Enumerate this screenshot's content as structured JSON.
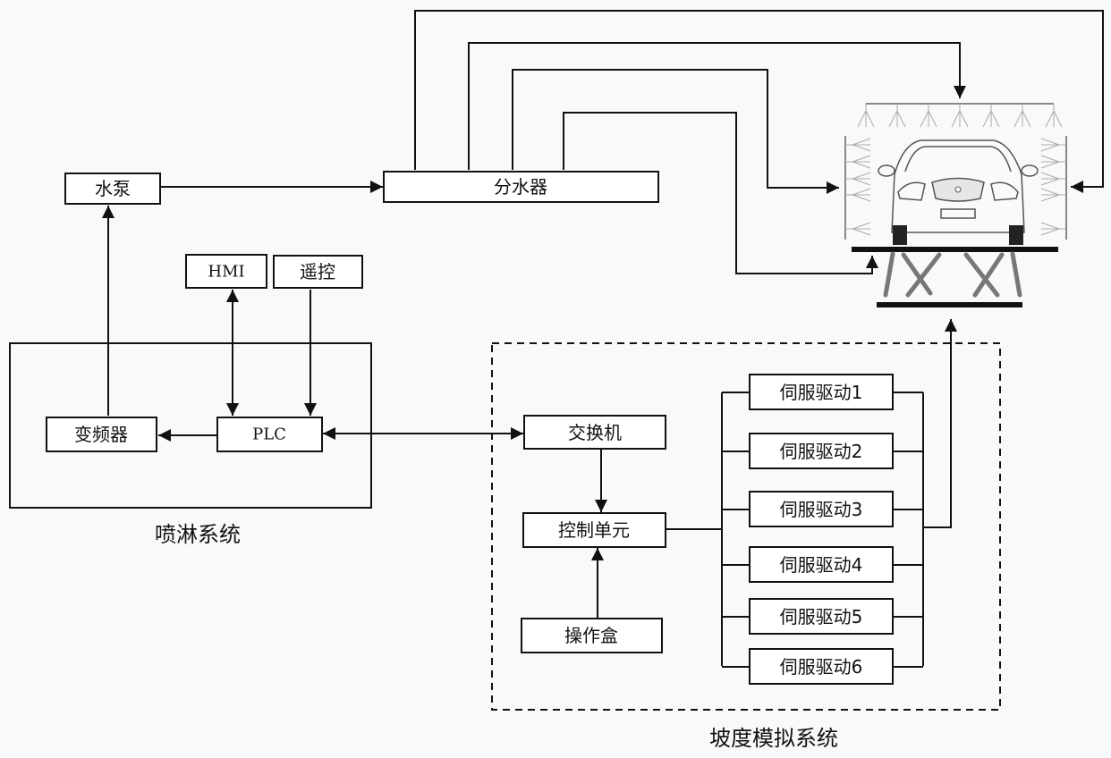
{
  "diagram": {
    "nodes": {
      "pump": "水泵",
      "distributor": "分水器",
      "hmi": "HMI",
      "remote": "遥控",
      "inverter": "变频器",
      "plc": "PLC",
      "switch": "交换机",
      "control_unit": "控制单元",
      "operation_box": "操作盒",
      "servo_drives": [
        "伺服驱动1",
        "伺服驱动2",
        "伺服驱动3",
        "伺服驱动4",
        "伺服驱动5",
        "伺服驱动6"
      ]
    },
    "groups": {
      "spray_system": "喷淋系统",
      "slope_simulation_system": "坡度模拟系统"
    },
    "illustration": "car-on-motion-platform-with-spray-nozzles",
    "edges": [
      {
        "from": "inverter",
        "to": "pump",
        "arrow": "forward"
      },
      {
        "from": "pump",
        "to": "distributor",
        "arrow": "forward"
      },
      {
        "from": "hmi",
        "to": "plc",
        "arrow": "both"
      },
      {
        "from": "remote",
        "to": "plc",
        "arrow": "forward"
      },
      {
        "from": "plc",
        "to": "inverter",
        "arrow": "forward"
      },
      {
        "from": "plc",
        "to": "switch",
        "arrow": "both"
      },
      {
        "from": "switch",
        "to": "control_unit",
        "arrow": "forward"
      },
      {
        "from": "operation_box",
        "to": "control_unit",
        "arrow": "forward"
      },
      {
        "from": "control_unit",
        "to": "servo_drives",
        "arrow": "none"
      },
      {
        "from": "servo_drives",
        "to": "motion_platform",
        "arrow": "forward"
      },
      {
        "from": "distributor",
        "to": "top_spray_bar",
        "arrow": "forward"
      },
      {
        "from": "distributor",
        "to": "right_spray_bar",
        "arrow": "forward"
      },
      {
        "from": "distributor",
        "to": "left_spray_bar",
        "arrow": "forward"
      },
      {
        "from": "distributor",
        "to": "platform_base",
        "arrow": "forward"
      }
    ]
  }
}
